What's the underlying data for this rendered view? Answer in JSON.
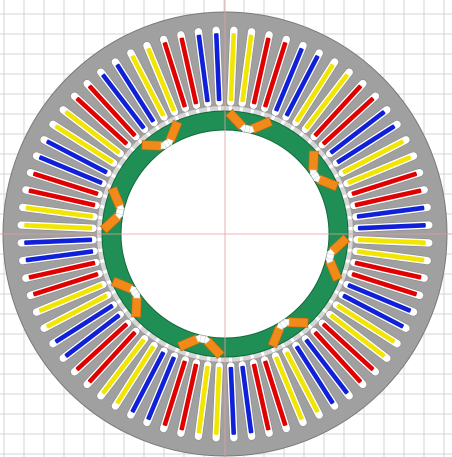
{
  "diagram": {
    "stator": {
      "slot_count": 72,
      "phase_sequence": [
        "yellow",
        "yellow",
        "red",
        "red",
        "blue",
        "blue"
      ]
    },
    "rotor": {
      "pole_count": 8
    }
  },
  "colors": {
    "background": "#ffffff",
    "grid": "#d4d4d4",
    "axis": "#e0a0a0",
    "stator_steel": "#a0a0a0",
    "stator_edge": "#7a7a7a",
    "air_gap": "#d6d6d6",
    "rotor_core": "#1f8f55",
    "rotor_edge": "#126b3c",
    "slot_fill": "#ffffff",
    "phase_yellow": "#f2e600",
    "phase_red": "#e00000",
    "phase_blue": "#1020d8",
    "magnet": "#f28a1a",
    "magnet_edge": "#c46a0a",
    "barrier": "#ffffff"
  }
}
